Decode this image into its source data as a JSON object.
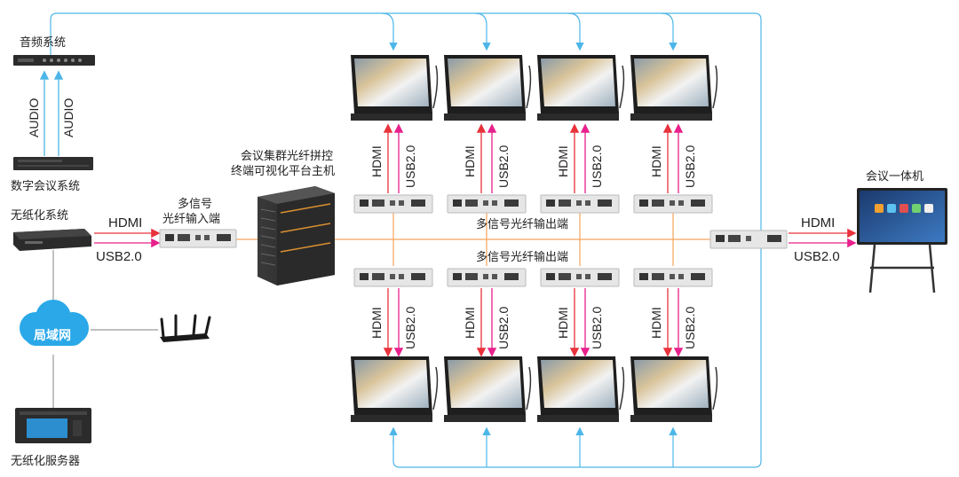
{
  "labels": {
    "audio_system": "音频系统",
    "digital_conference": "数字会议系统",
    "paperless_system": "无纸化系统",
    "lan": "局域网",
    "paperless_server": "无纸化服务器",
    "input_title_1": "多信号",
    "input_title_2": "光纤输入端",
    "host_title_1": "会议集群光纤拼控",
    "host_title_2": "终端可视化平台主机",
    "output_top": "多信号光纤输出端",
    "output_bottom": "多信号光纤输出端",
    "meeting_all_in_one": "会议一体机",
    "audio_signal": "AUDIO",
    "hdmi": "HDMI",
    "usb": "USB2.0"
  },
  "colors": {
    "blue_line": "#4db6e8",
    "orange_line": "#f5a55a",
    "hdmi_arrow": "#e8323c",
    "usb_arrow": "#e8208c",
    "cloud": "#2aa8e8",
    "device_dark": "#2b2b2b",
    "box_light": "#e8e8e8"
  },
  "icons": {
    "audio_rack": "audio-rack-icon",
    "conference_unit": "conference-unit-icon",
    "paperless_box": "paperless-box-icon",
    "cloud": "cloud-icon",
    "router": "router-icon",
    "server": "server-icon",
    "fiber_box": "fiber-box-icon",
    "host_cabinet": "host-cabinet-icon",
    "monitor": "monitor-icon",
    "panel_display": "panel-display-icon"
  }
}
